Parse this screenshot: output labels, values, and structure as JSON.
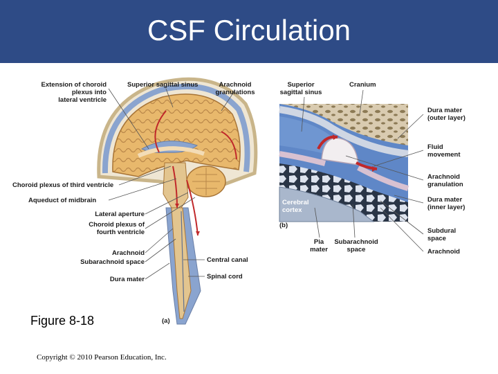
{
  "slide": {
    "title": "CSF Circulation",
    "figure_label": "Figure 8-18",
    "copyright": "Copyright © 2010 Pearson Education, Inc."
  },
  "colors": {
    "header": "#2e4b86",
    "brain": "#e8b86c",
    "dura": "#8aa4cf",
    "csf_flow": "#c0282a",
    "bone": "#d9cbb0"
  },
  "panel_a": {
    "letter": "(a)",
    "labels": {
      "extension_line1": "Extension of choroid",
      "extension_line2": "plexus into",
      "extension_line3": "lateral ventricle",
      "superior_sinus": "Superior sagittal sinus",
      "arachnoid_gran_line1": "Arachnoid",
      "arachnoid_gran_line2": "granulations",
      "choroid_third": "Choroid plexus of third ventricle",
      "aqueduct": "Aqueduct of midbrain",
      "lateral_aperture": "Lateral aperture",
      "choroid_fourth_line1": "Choroid plexus of",
      "choroid_fourth_line2": "fourth ventricle",
      "arachnoid": "Arachnoid",
      "subarachnoid": "Subarachnoid space",
      "dura": "Dura mater",
      "central_canal": "Central canal",
      "spinal_cord": "Spinal cord"
    }
  },
  "panel_b": {
    "letter": "(b)",
    "labels": {
      "superior_line1": "Superior",
      "superior_line2": "sagittal sinus",
      "cranium": "Cranium",
      "dura_outer_line1": "Dura mater",
      "dura_outer_line2": "(outer layer)",
      "fluid_line1": "Fluid",
      "fluid_line2": "movement",
      "arach_gran_line1": "Arachnoid",
      "arach_gran_line2": "granulation",
      "dura_inner_line1": "Dura mater",
      "dura_inner_line2": "(inner layer)",
      "cerebral_line1": "Cerebral",
      "cerebral_line2": "cortex",
      "subdural_line1": "Subdural",
      "subdural_line2": "space",
      "arachnoid": "Arachnoid",
      "pia_line1": "Pia",
      "pia_line2": "mater",
      "subarachnoid_line1": "Subarachnoid",
      "subarachnoid_line2": "space"
    }
  }
}
